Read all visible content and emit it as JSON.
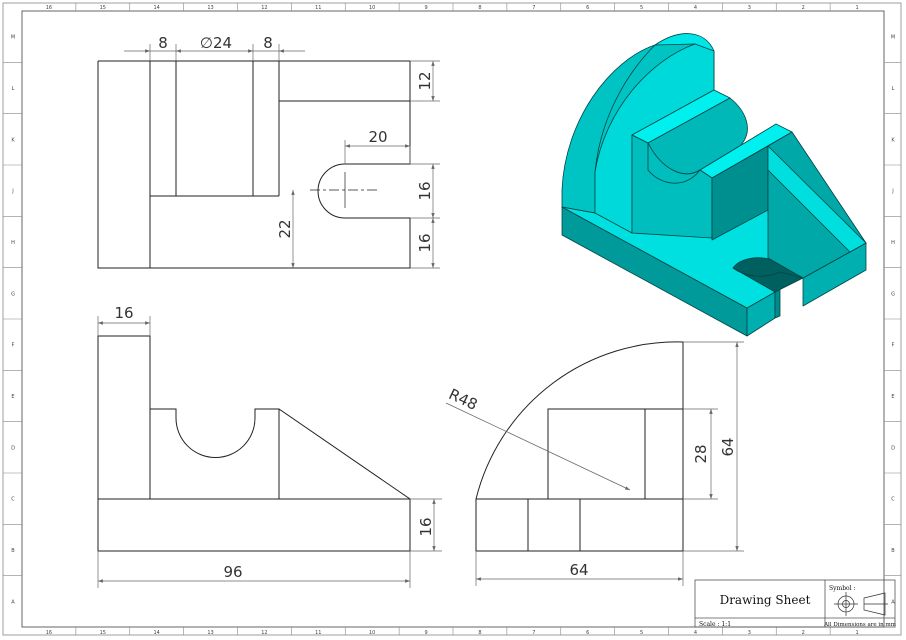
{
  "border": {
    "top_numbers": [
      "16",
      "15",
      "14",
      "13",
      "12",
      "11",
      "10",
      "9",
      "8",
      "7",
      "6",
      "5",
      "4",
      "3",
      "2",
      "1"
    ],
    "bottom_numbers": [
      "16",
      "15",
      "14",
      "13",
      "12",
      "11",
      "10",
      "9",
      "8",
      "7",
      "6",
      "5",
      "4",
      "3",
      "2",
      "1"
    ],
    "left_letters": [
      "M",
      "L",
      "K",
      "J",
      "H",
      "G",
      "F",
      "E",
      "D",
      "C",
      "B",
      "A"
    ],
    "right_letters": [
      "M",
      "L",
      "K",
      "J",
      "H",
      "G",
      "F",
      "E",
      "D",
      "C",
      "B",
      "A"
    ]
  },
  "top_view": {
    "dim_slot_left": "8",
    "dim_diameter": "∅24",
    "dim_slot_right": "8",
    "dim_step_height": "12",
    "dim_slot_depth": "20",
    "dim_slot_width": "16",
    "dim_slot_offset": "16",
    "dim_wall_height": "22"
  },
  "front_view": {
    "dim_upright_width": "16",
    "dim_base_height": "16",
    "dim_overall_width": "96"
  },
  "side_view": {
    "dim_radius": "R48",
    "dim_block_height": "28",
    "dim_overall_height": "64",
    "dim_overall_depth": "64"
  },
  "title_block": {
    "title": "Drawing Sheet",
    "scale": "Scale : 1:1",
    "symbol_label": "Symbol :",
    "units_note": "All Dimensions are in mm"
  },
  "colors": {
    "model_light": "#00e5e5",
    "model_mid": "#00b8b8",
    "model_dark": "#009595",
    "line": "#222222",
    "dim": "#666666"
  }
}
